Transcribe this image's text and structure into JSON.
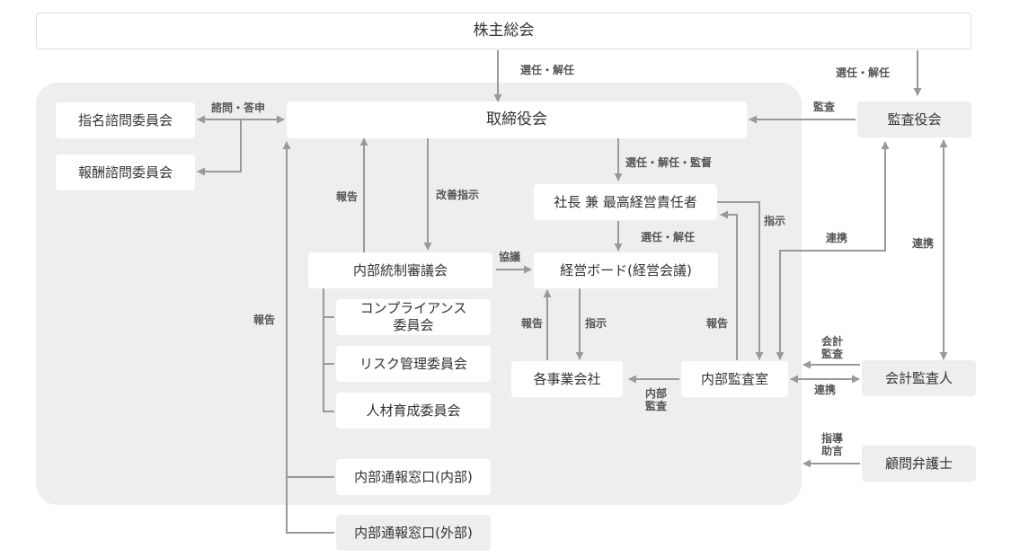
{
  "nodes": {
    "shareholders": "株主総会",
    "nomination": "指名諮問委員会",
    "remuneration": "報酬諮問委員会",
    "board": "取締役会",
    "auditors": "監査役会",
    "president": "社長 兼 最高経営責任者",
    "internal_control": "内部統制審議会",
    "mgmt_board": "経営ボード(経営会議)",
    "compliance_line1": "コンプライアンス",
    "compliance_line2": "委員会",
    "risk": "リスク管理委員会",
    "hr": "人材育成委員会",
    "business": "各事業会社",
    "internal_audit": "内部監査室",
    "accounting_auditor": "会計監査人",
    "hotline_internal": "内部通報窓口(内部)",
    "hotline_external": "内部通報窓口(外部)",
    "lawyer": "顧問弁護士"
  },
  "labels": {
    "elect_board": "選任・解任",
    "elect_auditors": "選任・解任",
    "consult": "諮問・答申",
    "audit": "監査",
    "elect_supervise": "選任・解任・監督",
    "report_board": "報告",
    "improve": "改善指示",
    "instruct_audit": "指示",
    "elect_mgmt": "選任・解任",
    "deliberation": "協議",
    "liaison_left": "連携",
    "liaison_right": "連携",
    "report_mgmt": "報告",
    "instruct_mgmt": "指示",
    "report_audit": "報告",
    "report_left": "報告",
    "acct_audit_1": "会計",
    "acct_audit_2": "監査",
    "liaison_bottom": "連携",
    "internal_audit_1": "内部",
    "internal_audit_2": "監査",
    "guidance_1": "指導",
    "guidance_2": "助言"
  }
}
